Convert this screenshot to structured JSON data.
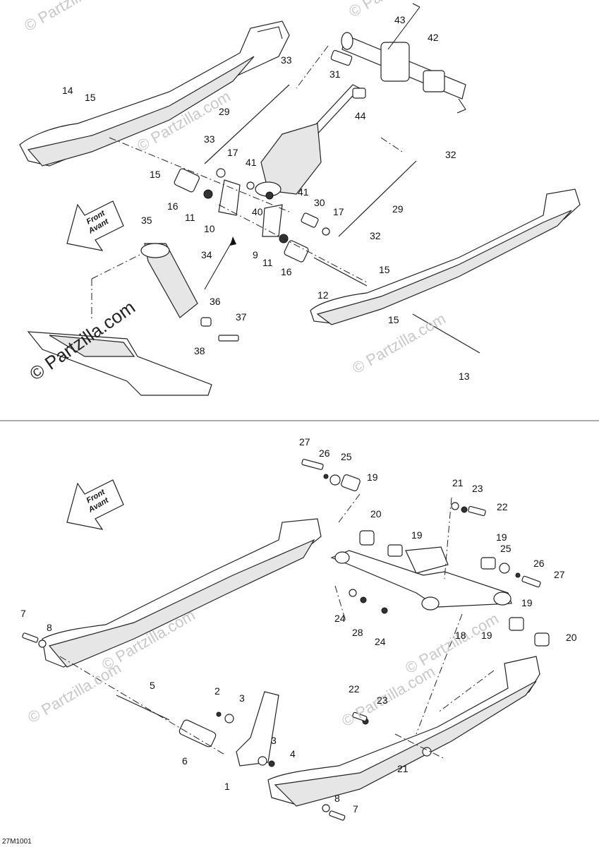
{
  "watermark": {
    "brand": "© Partzilla.com"
  },
  "direction_arrow": {
    "line1": "Front",
    "line2": "Avant"
  },
  "figure_code": "27M1001",
  "upper_assembly": {
    "callouts": [
      "14",
      "15",
      "33",
      "31",
      "43",
      "42",
      "44",
      "29",
      "33",
      "17",
      "41",
      "32",
      "15",
      "16",
      "11",
      "41",
      "40",
      "30",
      "17",
      "29",
      "10",
      "35",
      "9",
      "11",
      "16",
      "32",
      "15",
      "34",
      "12",
      "36",
      "37",
      "38",
      "15",
      "13"
    ]
  },
  "lower_assembly": {
    "callouts": [
      "27",
      "26",
      "25",
      "19",
      "21",
      "23",
      "22",
      "20",
      "19",
      "19",
      "25",
      "26",
      "27",
      "24",
      "28",
      "24",
      "18",
      "19",
      "19",
      "20",
      "7",
      "8",
      "5",
      "2",
      "3",
      "22",
      "23",
      "6",
      "3",
      "4",
      "1",
      "21",
      "8",
      "7"
    ]
  }
}
